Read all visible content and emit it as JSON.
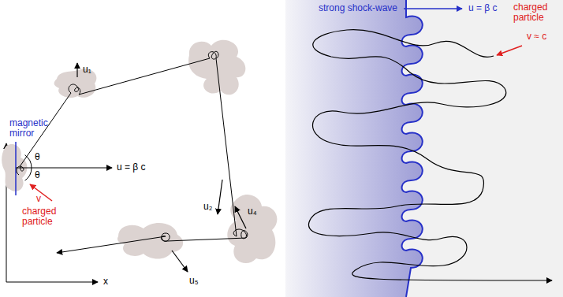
{
  "diagram": {
    "labels": [
      "magnetic mirror",
      "θ",
      "θ",
      "u = β c",
      "v",
      "charged particle",
      "u₁",
      "u₂",
      "u₄",
      "u₅",
      "x",
      "strong shock-wave",
      "u = β c",
      "charged particle",
      "v ≈ c"
    ]
  }
}
